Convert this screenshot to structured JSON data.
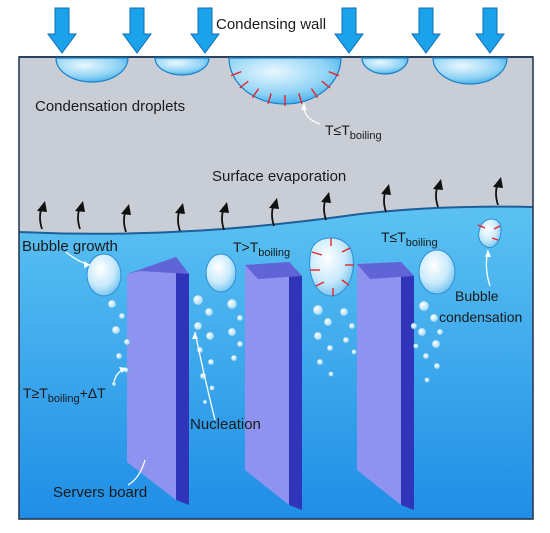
{
  "labels": {
    "condensing_wall": "Condensing wall",
    "condensation_droplets": "Condensation droplets",
    "surface_evaporation": "Surface evaporation",
    "bubble_growth": "Bubble growth",
    "bubble_condensation_line1": "Bubble",
    "bubble_condensation_line2": "condensation",
    "nucleation": "Nucleation",
    "servers_board": "Servers board"
  },
  "formulas": {
    "t_le_boiling_top": {
      "prefix": "T≤T",
      "sub": "boiling"
    },
    "t_gt_boiling": {
      "prefix": "T>T",
      "sub": "boiling"
    },
    "t_le_boiling_right": {
      "prefix": "T≤T",
      "sub": "boiling"
    },
    "t_ge_boiling_dt": {
      "prefix": "T≥T",
      "sub": "boiling",
      "suffix": "+ΔT"
    }
  },
  "colors": {
    "vapor": "#c9ced6",
    "liquid_top": "#5cc2f2",
    "liquid_bottom": "#1f8ee6",
    "wall_arrow": "#1aa3ea",
    "board_face": "#8f93f0",
    "board_side": "#2f34b8",
    "heat_marks": "#e8222a"
  }
}
